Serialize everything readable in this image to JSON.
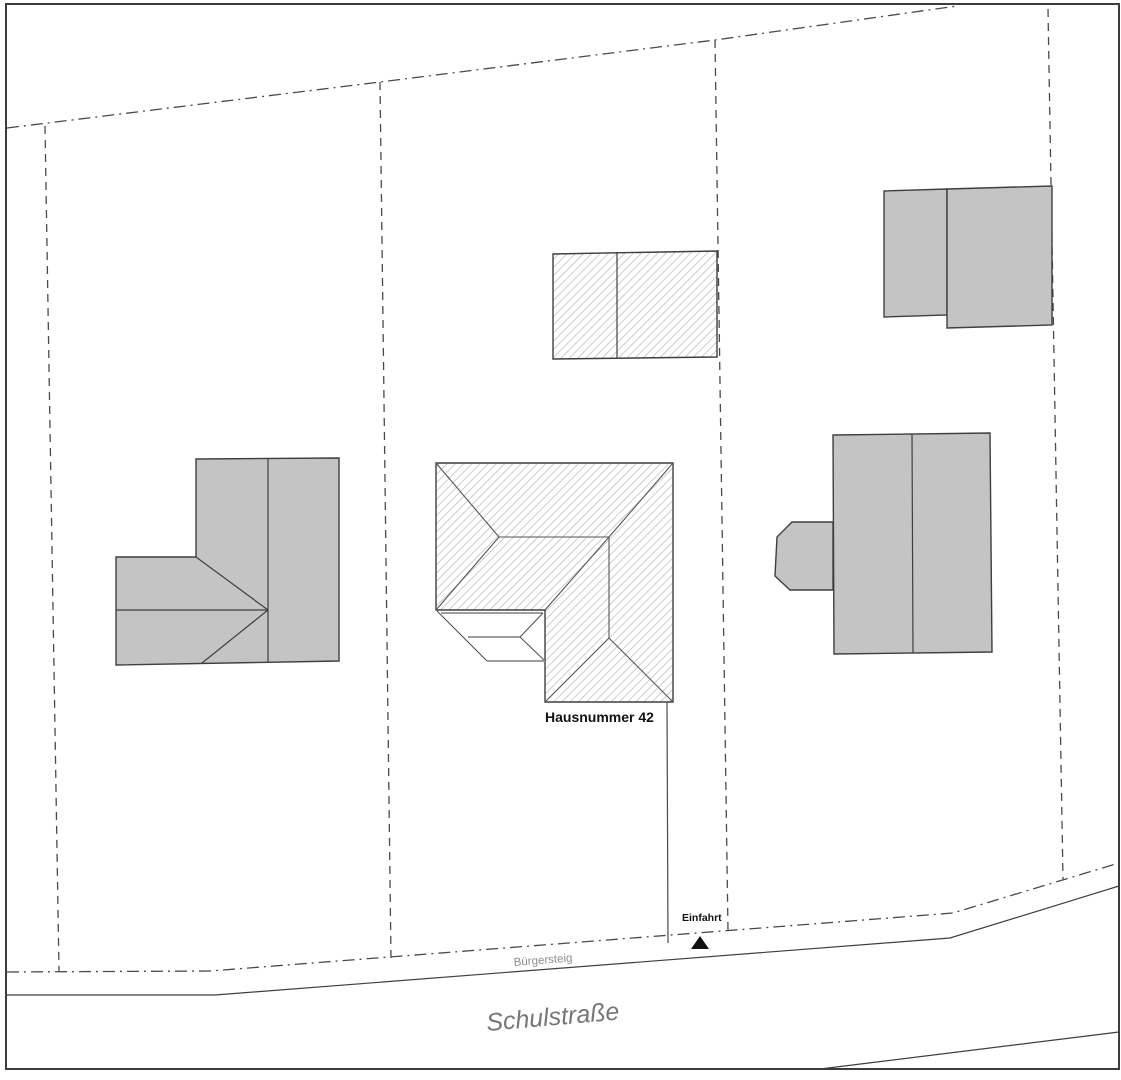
{
  "plan": {
    "labels": {
      "house_number": "Hausnummer 42",
      "driveway": "Einfahrt",
      "sidewalk": "Bürgersteig",
      "street": "Schulstraße"
    },
    "colors": {
      "background": "#ffffff",
      "frame": "#3d3d3d",
      "outline": "#3f3f3f",
      "boundary": "#4a4a4a",
      "building_fill": "#c4c4c4",
      "hatch_line": "#b8b8b8",
      "ridge": "#8f8f8f",
      "label_dark": "#111111",
      "label_gray": "#8c8c8c",
      "street_label": "#767676",
      "marker": "#111111"
    }
  }
}
